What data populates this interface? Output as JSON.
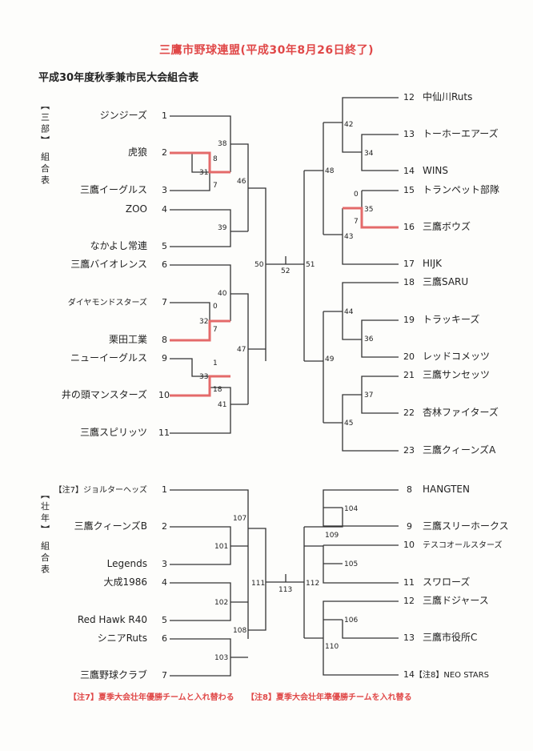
{
  "title": "三鷹市野球連盟(平成30年8月26日終了)",
  "subtitle": "平成30年度秋季兼市民大会組合表",
  "divisions": {
    "sanbu": {
      "label_top": "【 三 部 】",
      "label_bottom": "組 合 表"
    },
    "sonen": {
      "label_top": "【 壮 年 】",
      "label_bottom": "組 合 表"
    }
  },
  "teams": {
    "t1": {
      "name": "ジンジーズ",
      "seed": "1"
    },
    "t2": {
      "name": "虎狼",
      "seed": "2"
    },
    "t3": {
      "name": "三鷹イーグルス",
      "seed": "3"
    },
    "t4": {
      "name": "ZOO",
      "seed": "4"
    },
    "t5": {
      "name": "なかよし常連",
      "seed": "5"
    },
    "t6": {
      "name": "三鷹バイオレンス",
      "seed": "6"
    },
    "t7": {
      "name": "ダイヤモンドスターズ",
      "seed": "7"
    },
    "t8": {
      "name": "栗田工業",
      "seed": "8"
    },
    "t9": {
      "name": "ニューイーグルス",
      "seed": "9"
    },
    "t10": {
      "name": "井の頭マンスターズ",
      "seed": "10"
    },
    "t11": {
      "name": "三鷹スピリッツ",
      "seed": "11"
    },
    "t12": {
      "name": "中仙川Ruts",
      "seed": "12"
    },
    "t13": {
      "name": "トーホーエアーズ",
      "seed": "13"
    },
    "t14": {
      "name": "WINS",
      "seed": "14"
    },
    "t15": {
      "name": "トランペット部隊",
      "seed": "15"
    },
    "t16": {
      "name": "三鷹ボウズ",
      "seed": "16"
    },
    "t17": {
      "name": "HIJK",
      "seed": "17"
    },
    "t18": {
      "name": "三鷹SARU",
      "seed": "18"
    },
    "t19": {
      "name": "トラッキーズ",
      "seed": "19"
    },
    "t20": {
      "name": "レッドコメッツ",
      "seed": "20"
    },
    "t21": {
      "name": "三鷹サンセッツ",
      "seed": "21"
    },
    "t22": {
      "name": "杏林ファイターズ",
      "seed": "22"
    },
    "t23": {
      "name": "三鷹クィーンズA",
      "seed": "23"
    },
    "s1": {
      "name": "【注7】ジョルターヘッズ",
      "seed": "1"
    },
    "s2": {
      "name": "三鷹クィーンズB",
      "seed": "2"
    },
    "s3": {
      "name": "Legends",
      "seed": "3"
    },
    "s4": {
      "name": "大成1986",
      "seed": "4"
    },
    "s5": {
      "name": "Red Hawk R40",
      "seed": "5"
    },
    "s6": {
      "name": "シニアRuts",
      "seed": "6"
    },
    "s7": {
      "name": "三鷹野球クラブ",
      "seed": "7"
    },
    "s8": {
      "name": "HANGTEN",
      "seed": "8"
    },
    "s9": {
      "name": "三鷹スリーホークス",
      "seed": "9"
    },
    "s10": {
      "name": "テスコオールスターズ",
      "seed": "10"
    },
    "s11": {
      "name": "スワローズ",
      "seed": "11"
    },
    "s12": {
      "name": "三鷹ドジャース",
      "seed": "12"
    },
    "s13": {
      "name": "三鷹市役所C",
      "seed": "13"
    },
    "s14": {
      "name": "【注8】NEO STARS",
      "seed": "14"
    }
  },
  "matches": {
    "m31": "31",
    "m32": "32",
    "m33": "33",
    "m34": "34",
    "m35": "35",
    "m36": "36",
    "m37": "37",
    "m38": "38",
    "m39": "39",
    "m40": "40",
    "m41": "41",
    "m42": "42",
    "m43": "43",
    "m44": "44",
    "m45": "45",
    "m46": "46",
    "m47": "47",
    "m48": "48",
    "m49": "49",
    "m50": "50",
    "m51": "51",
    "m52": "52",
    "m101": "101",
    "m102": "102",
    "m103": "103",
    "m104": "104",
    "m105": "105",
    "m106": "106",
    "m107": "107",
    "m108": "108",
    "m109": "109",
    "m110": "110",
    "m111": "111",
    "m112": "112",
    "m113": "113"
  },
  "scores": {
    "g31_top": "8",
    "g31_bot": "7",
    "g32_top": "0",
    "g32_bot": "7",
    "g33_top": "1",
    "g33_bot": "18",
    "g35_top": "0",
    "g35_bot": "7"
  },
  "notes": {
    "note7": "【注7】夏季大会壮年優勝チームと入れ替わる",
    "note8": "【注8】夏季大会壮年準優勝チームを入れ替る"
  },
  "colors": {
    "winner": "#e46a6a",
    "line": "#333333",
    "accent_text": "#e04848"
  }
}
